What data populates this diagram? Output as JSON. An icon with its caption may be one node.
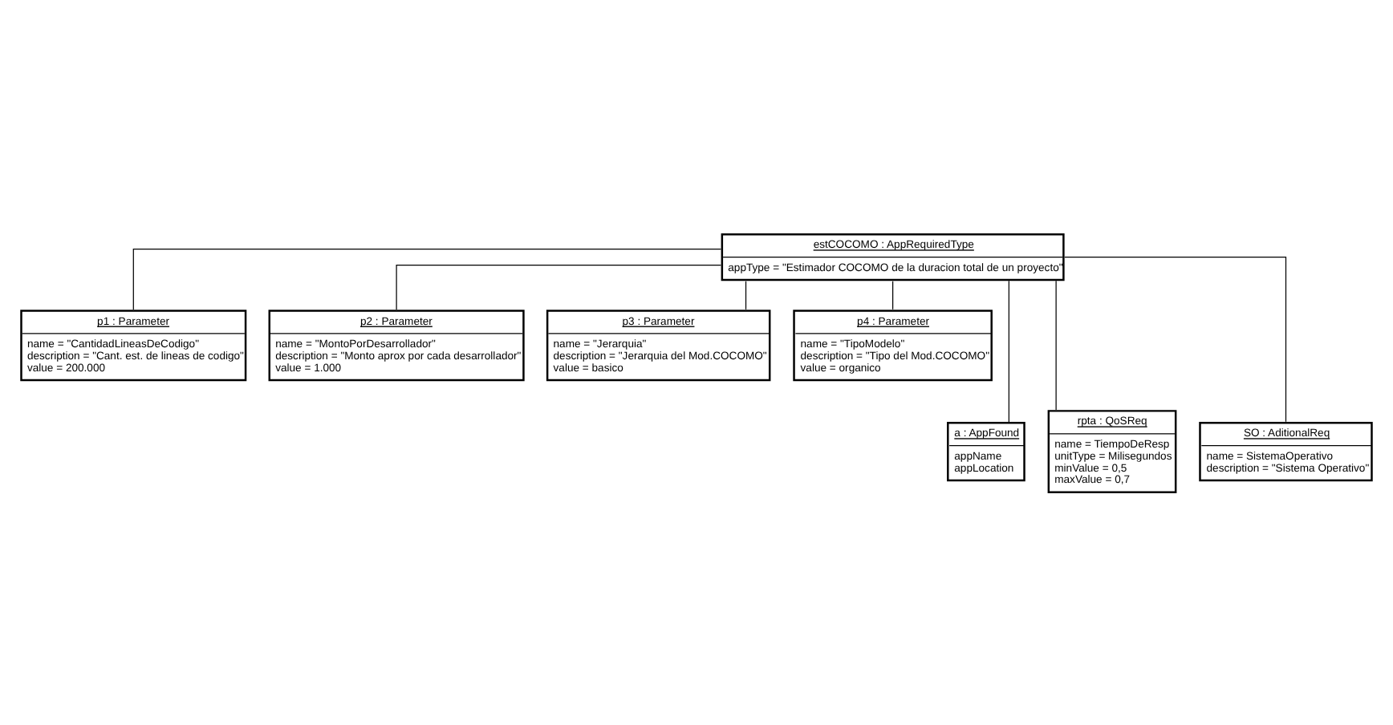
{
  "diagram": {
    "nodes": [
      {
        "text": [
          "estCOCOMO : AppRequiredType",
          "appType = \"Estimador COCOMO de la duracion total de un proyecto\""
        ]
      },
      {
        "text": [
          "p1 : Parameter",
          "name = \"CantidadLineasDeCodigo\"",
          "description = \"Cant. est. de lineas de codigo\"",
          "value = 200.000"
        ]
      },
      {
        "text": [
          "p2 : Parameter",
          "name = \"MontoPorDesarrollador\"",
          "description = \"Monto aprox por cada desarrollador\"",
          "value = 1.000"
        ]
      },
      {
        "text": [
          "p3 : Parameter",
          "name = \"Jerarquia\"",
          "description = \"Jerarquia del Mod.COCOMO\"",
          "value = basico"
        ]
      },
      {
        "text": [
          "p4 : Parameter",
          "name = \"TipoModelo\"",
          "description = \"Tipo del Mod.COCOMO\"",
          "value = organico"
        ]
      },
      {
        "text": [
          "a : AppFound",
          "appName",
          "appLocation"
        ]
      },
      {
        "text": [
          "rpta : QoSReq",
          "name = TiempoDeResp",
          "unitType = Milisegundos",
          "minValue = 0,5",
          "maxValue = 0,7"
        ]
      },
      {
        "text": [
          "SO : AditionalReq",
          "name = SistemaOperativo",
          "description = \"Sistema Operativo\""
        ]
      }
    ],
    "edges": [
      {
        "from": 0,
        "to": 1,
        "arrow": "none"
      },
      {
        "from": 0,
        "to": 2,
        "arrow": "none"
      },
      {
        "from": 0,
        "to": 3,
        "arrow": "none"
      },
      {
        "from": 0,
        "to": 4,
        "arrow": "none"
      },
      {
        "from": 0,
        "to": 5,
        "arrow": "none"
      },
      {
        "from": 0,
        "to": 6,
        "arrow": "none"
      },
      {
        "from": 0,
        "to": 7,
        "arrow": "none"
      }
    ]
  }
}
